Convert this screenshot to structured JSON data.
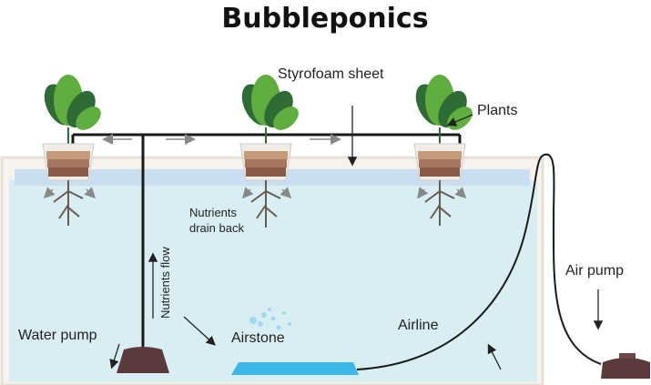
{
  "title": "Bubbleponics",
  "labels": {
    "styrofoam": "Styrofoam sheet",
    "plants": "Plants",
    "nutrients_drain_1": "Nutrients",
    "nutrients_drain_2": "drain back",
    "nutrients_flow": "Nutrients flow",
    "water_pump": "Water pump",
    "airstone": "Airstone",
    "airline": "Airline",
    "air_pump": "Air pump"
  },
  "colors": {
    "water": "#d8eef3",
    "styrofoam": "#c9dff1",
    "tank_border": "#e6e0d6",
    "pump": "#5b3a3c",
    "airstone": "#3bb8e8",
    "leaf_dark": "#2f6b35",
    "leaf_light": "#5fae3f",
    "soil_top": "#b98a6a",
    "soil_bottom": "#8a5a48",
    "root": "#6b5a50"
  },
  "icons": {
    "plant": "plant-icon",
    "pump": "pump-icon",
    "airstone": "airstone-icon",
    "air_bubbles": "bubbles-icon"
  }
}
